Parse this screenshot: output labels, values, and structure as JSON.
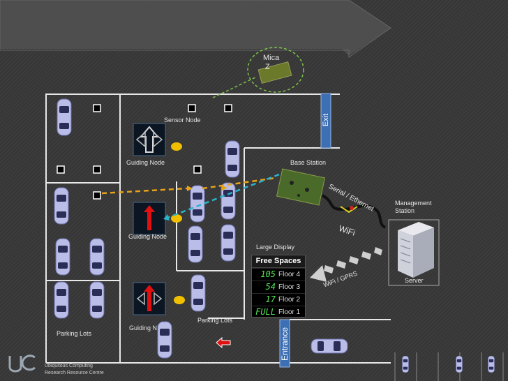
{
  "labels": {
    "mica": "Mica",
    "mica2": "Z",
    "sensor_node": "Sensor Node",
    "guiding_node_1": "Guiding Node",
    "guiding_node_2": "Guiding Node",
    "guiding_node_3": "Guiding N",
    "base_station": "Base Station",
    "serial": "Serial / Ethernet",
    "management": "Management",
    "station": "Station",
    "wifi": "WiFi",
    "large_display": "Large Display",
    "server": "Server",
    "wifi_gprs": "WiFi / GPRS",
    "parking_lots_1": "Parking Lots",
    "parking_lots_2": "Parking Lots",
    "exit": "Exit",
    "entrance": "Entrance",
    "logo": "UC",
    "org1": "Ubiquitous Computing",
    "org2": "Research Resource Centre"
  },
  "display": {
    "header": "Free Spaces",
    "rows": [
      {
        "count": "105",
        "floor": "Floor 4"
      },
      {
        "count": "54",
        "floor": "Floor 3"
      },
      {
        "count": "17",
        "floor": "Floor 2"
      },
      {
        "count": "FULL",
        "floor": "Floor 1"
      }
    ]
  },
  "colors": {
    "accent_blue": "#3d6fb5",
    "sensor_line": "#2bb3c9",
    "guide_line": "#e8a317",
    "mica_ring": "#7dc24a",
    "arrow_red": "#e01010"
  }
}
